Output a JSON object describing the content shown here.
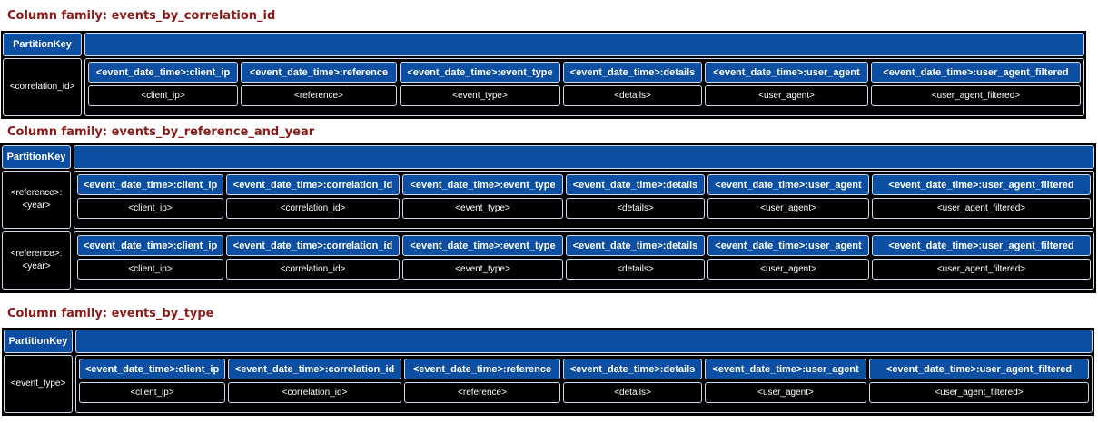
{
  "colors": {
    "header_blue": "#0b4ea2",
    "title_red": "#8b1a1a",
    "background": "#000000"
  },
  "partition_label": "PartitionKey",
  "families": [
    {
      "title": "Column family: events_by_correlation_id",
      "rows": [
        {
          "key": "<correlation_id>",
          "columns": [
            {
              "name": "<event_date_time>:client_ip",
              "value": "<client_ip>"
            },
            {
              "name": "<event_date_time>:reference",
              "value": "<reference>"
            },
            {
              "name": "<event_date_time>:event_type",
              "value": "<event_type>"
            },
            {
              "name": "<event_date_time>:details",
              "value": "<details>"
            },
            {
              "name": "<event_date_time>:user_agent",
              "value": "<user_agent>"
            },
            {
              "name": "<event_date_time>:user_agent_filtered",
              "value": "<user_agent_filtered>"
            }
          ]
        }
      ]
    },
    {
      "title": "Column family: events_by_reference_and_year",
      "rows": [
        {
          "key": "<reference>:\n<year>",
          "columns": [
            {
              "name": "<event_date_time>:client_ip",
              "value": "<client_ip>"
            },
            {
              "name": "<event_date_time>:correlation_id",
              "value": "<correlation_id>"
            },
            {
              "name": "<event_date_time>:event_type",
              "value": "<event_type>"
            },
            {
              "name": "<event_date_time>:details",
              "value": "<details>"
            },
            {
              "name": "<event_date_time>:user_agent",
              "value": "<user_agent>"
            },
            {
              "name": "<event_date_time>:user_agent_filtered",
              "value": "<user_agent_filtered>"
            }
          ]
        },
        {
          "key": "<reference>:\n<year>",
          "columns": [
            {
              "name": "<event_date_time>:client_ip",
              "value": "<client_ip>"
            },
            {
              "name": "<event_date_time>:correlation_id",
              "value": "<correlation_id>"
            },
            {
              "name": "<event_date_time>:event_type",
              "value": "<event_type>"
            },
            {
              "name": "<event_date_time>:details",
              "value": "<details>"
            },
            {
              "name": "<event_date_time>:user_agent",
              "value": "<user_agent>"
            },
            {
              "name": "<event_date_time>:user_agent_filtered",
              "value": "<user_agent_filtered>"
            }
          ]
        }
      ]
    },
    {
      "title": "Column family: events_by_type",
      "rows": [
        {
          "key": "<event_type>",
          "columns": [
            {
              "name": "<event_date_time>:client_ip",
              "value": "<client_ip>"
            },
            {
              "name": "<event_date_time>:correlation_id",
              "value": "<correlation_id>"
            },
            {
              "name": "<event_date_time>:reference",
              "value": "<reference>"
            },
            {
              "name": "<event_date_time>:details",
              "value": "<details>"
            },
            {
              "name": "<event_date_time>:user_agent",
              "value": "<user_agent>"
            },
            {
              "name": "<event_date_time>:user_agent_filtered",
              "value": "<user_agent_filtered>"
            }
          ]
        }
      ]
    }
  ]
}
